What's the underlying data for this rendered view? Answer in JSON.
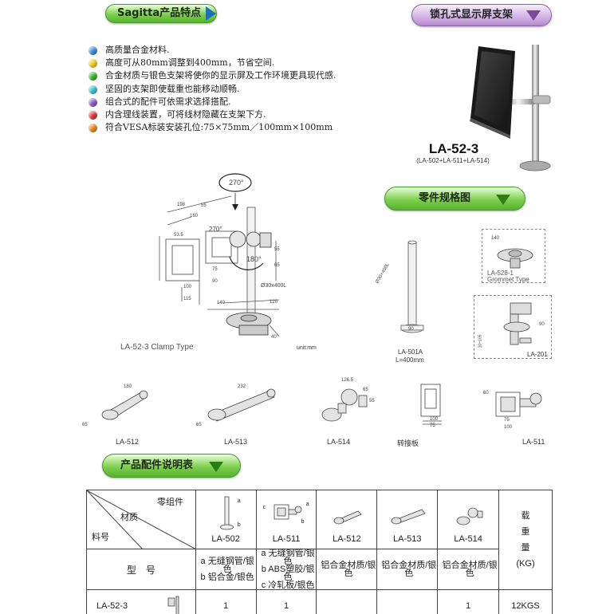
{
  "header": {
    "brand_tag": "Sagitta产品特点",
    "product_tag": "锁孔式显示屏支架"
  },
  "features": [
    {
      "text": "高质量合金材料.",
      "color": "#3d8fe0"
    },
    {
      "text": "高度可从80mm调整到400mm，节省空间.",
      "color": "#f2d21e"
    },
    {
      "text": "合金材质与银色支架将使你的显示屏及工作环境更具现代感.",
      "color": "#3dbb2c"
    },
    {
      "text": "坚固的支架即使载重也能移动顺畅.",
      "color": "#38c8d6"
    },
    {
      "text": "组合式的配件可依需求选择搭配.",
      "color": "#8a5fd0"
    },
    {
      "text": "内含理线装置，可将线材隐藏在支架下方.",
      "color": "#e83838"
    },
    {
      "text": "符合VESA标装安装孔位:75×75mm／100mm×100mm",
      "color": "#f08a1e"
    }
  ],
  "product": {
    "model": "LA-52-3",
    "composition": "(LA-502+LA-511+LA-514)"
  },
  "parts_tag": "零件规格图",
  "drawing": {
    "clamp_type": "LA-52-3 Clamp Type",
    "unit": "unit:mm",
    "rot_270": "270°",
    "rot_180": "180°",
    "pole_spec": "Ø30x400L",
    "dims": {
      "d198": "198",
      "d55": "55",
      "d160a": "160",
      "d53": "53.5",
      "d75": "75",
      "d90": "90",
      "d100": "100",
      "d115": "115",
      "d140": "140",
      "d120": "120",
      "d40": "40",
      "d55b": "55",
      "d65": "65"
    }
  },
  "parts": {
    "pole": {
      "label": "LA-501A",
      "length": "L=400mm",
      "spec": "Ø30×400L",
      "d90": "90"
    },
    "grommet": {
      "label": "LA-528-1",
      "type": "Grommet Type",
      "d140": "140"
    },
    "clamp": {
      "label": "LA-201",
      "d10": "10~105",
      "d90": "90"
    },
    "la512": {
      "label": "LA-512",
      "d180": "180",
      "d65": "65"
    },
    "la513": {
      "label": "LA-513",
      "d232": "232",
      "d65": "65"
    },
    "la514": {
      "label": "LA-514",
      "d126": "126.5",
      "d65": "65",
      "d55": "55"
    },
    "adapter": {
      "label": "转接板",
      "d100": "100",
      "d75": "75"
    },
    "la511": {
      "label": "LA-511",
      "d60": "60",
      "d75": "75",
      "d100": "100"
    }
  },
  "table_tag": "产品配件说明表",
  "table": {
    "corner_top": "零组件",
    "corner_mid": "材质",
    "corner_bot": "料号",
    "model_header": "型　号",
    "columns": [
      "LA-502",
      "LA-511",
      "LA-512",
      "LA-513",
      "LA-514"
    ],
    "weight_header_lines": [
      "载",
      "重",
      "量",
      "(KG)"
    ],
    "materials": {
      "la502": [
        "a 无缝钢管/银色",
        "b 铝合金/银色"
      ],
      "la511": [
        "a 无缝钢管/银色",
        "b ABS塑胶/银色",
        "c 冷轧板/银色"
      ],
      "la512": "铝合金材质/银色",
      "la513": "铝合金材质/银色",
      "la514": "铝合金材质/银色"
    },
    "row": {
      "model": "LA-52-3",
      "values": [
        "1",
        "1",
        "",
        "",
        "1"
      ],
      "weight": "12KGS"
    },
    "callouts": {
      "a": "a",
      "b": "b",
      "c": "c"
    }
  }
}
